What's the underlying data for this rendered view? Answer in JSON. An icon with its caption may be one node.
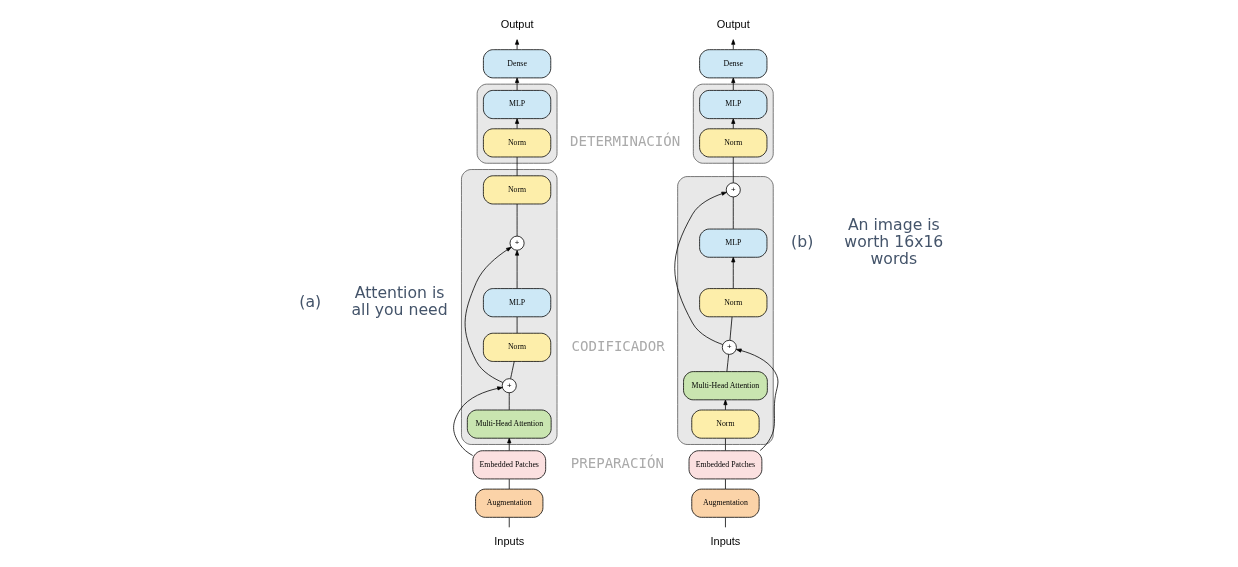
{
  "diagram": {
    "nodes": [
      {
        "text": [
          "Output"
        ]
      },
      {
        "text": [
          "Dense"
        ]
      },
      {
        "text": [],
        "shape": "box"
      },
      {
        "text": [
          "MLP"
        ],
        "in": 2
      },
      {
        "text": [
          "Norm"
        ],
        "in": 2
      },
      {
        "text": [],
        "shape": "box"
      },
      {
        "text": [
          "Norm"
        ],
        "in": 5
      },
      {
        "text": [
          "+"
        ],
        "in": 5
      },
      {
        "text": [
          "MLP"
        ],
        "in": 5
      },
      {
        "text": [
          "Norm"
        ],
        "in": 5
      },
      {
        "text": [
          "+"
        ],
        "in": 5
      },
      {
        "text": [
          "Multi-Head Attention"
        ],
        "in": 5
      },
      {
        "text": [
          "Embedded Patches"
        ]
      },
      {
        "text": [
          "Augmentation"
        ]
      },
      {
        "text": [
          "Inputs"
        ]
      },
      {
        "text": [
          "Output"
        ]
      },
      {
        "text": [
          "Dense"
        ]
      },
      {
        "text": [],
        "shape": "box"
      },
      {
        "text": [
          "MLP"
        ],
        "in": 17
      },
      {
        "text": [
          "Norm"
        ],
        "in": 17
      },
      {
        "text": [],
        "shape": "box"
      },
      {
        "text": [
          "+"
        ],
        "in": 20
      },
      {
        "text": [
          "MLP"
        ],
        "in": 20
      },
      {
        "text": [
          "Norm"
        ],
        "in": 20
      },
      {
        "text": [
          "+"
        ],
        "in": 20
      },
      {
        "text": [
          "Multi-Head Attention"
        ],
        "in": 20
      },
      {
        "text": [
          "Norm"
        ],
        "in": 20
      },
      {
        "text": [
          "Embedded Patches"
        ]
      },
      {
        "text": [
          "Augmentation"
        ]
      },
      {
        "text": [
          "Inputs"
        ]
      }
    ],
    "edges": [
      {
        "from": 14,
        "to": 13,
        "arrow": "none"
      },
      {
        "from": 13,
        "to": 12,
        "arrow": "none"
      },
      {
        "from": 12,
        "to": 11,
        "arrow": "to"
      },
      {
        "from": 12,
        "to": 10,
        "arrow": "to"
      },
      {
        "from": 11,
        "to": 10,
        "arrow": "none"
      },
      {
        "from": 10,
        "to": 9,
        "arrow": "none"
      },
      {
        "from": 9,
        "to": 8,
        "arrow": "none"
      },
      {
        "from": 8,
        "to": 7,
        "arrow": "to"
      },
      {
        "from": 10,
        "to": 7,
        "arrow": "to"
      },
      {
        "from": 7,
        "to": 6,
        "arrow": "none"
      },
      {
        "from": 6,
        "to": 4,
        "arrow": "none"
      },
      {
        "from": 4,
        "to": 3,
        "arrow": "to"
      },
      {
        "from": 3,
        "to": 1,
        "arrow": "to"
      },
      {
        "from": 1,
        "to": 0,
        "arrow": "to"
      },
      {
        "from": 29,
        "to": 28,
        "arrow": "none"
      },
      {
        "from": 28,
        "to": 27,
        "arrow": "none"
      },
      {
        "from": 27,
        "to": 26,
        "arrow": "none"
      },
      {
        "from": 26,
        "to": 25,
        "arrow": "to"
      },
      {
        "from": 27,
        "to": 24,
        "arrow": "to"
      },
      {
        "from": 25,
        "to": 24,
        "arrow": "none"
      },
      {
        "from": 24,
        "to": 23,
        "arrow": "none"
      },
      {
        "from": 23,
        "to": 22,
        "arrow": "to"
      },
      {
        "from": 24,
        "to": 21,
        "arrow": "to"
      },
      {
        "from": 22,
        "to": 21,
        "arrow": "none"
      },
      {
        "from": 21,
        "to": 19,
        "arrow": "none"
      },
      {
        "from": 19,
        "to": 18,
        "arrow": "to"
      },
      {
        "from": 18,
        "to": 16,
        "arrow": "to"
      },
      {
        "from": 16,
        "to": 15,
        "arrow": "to"
      }
    ],
    "labels": [
      "DETERMINACIÓN",
      "(a)",
      "Attention is all you need",
      "CODIFICADOR",
      "(b)",
      "An image is worth 16x16 words",
      "PREPARACIÓN"
    ]
  }
}
